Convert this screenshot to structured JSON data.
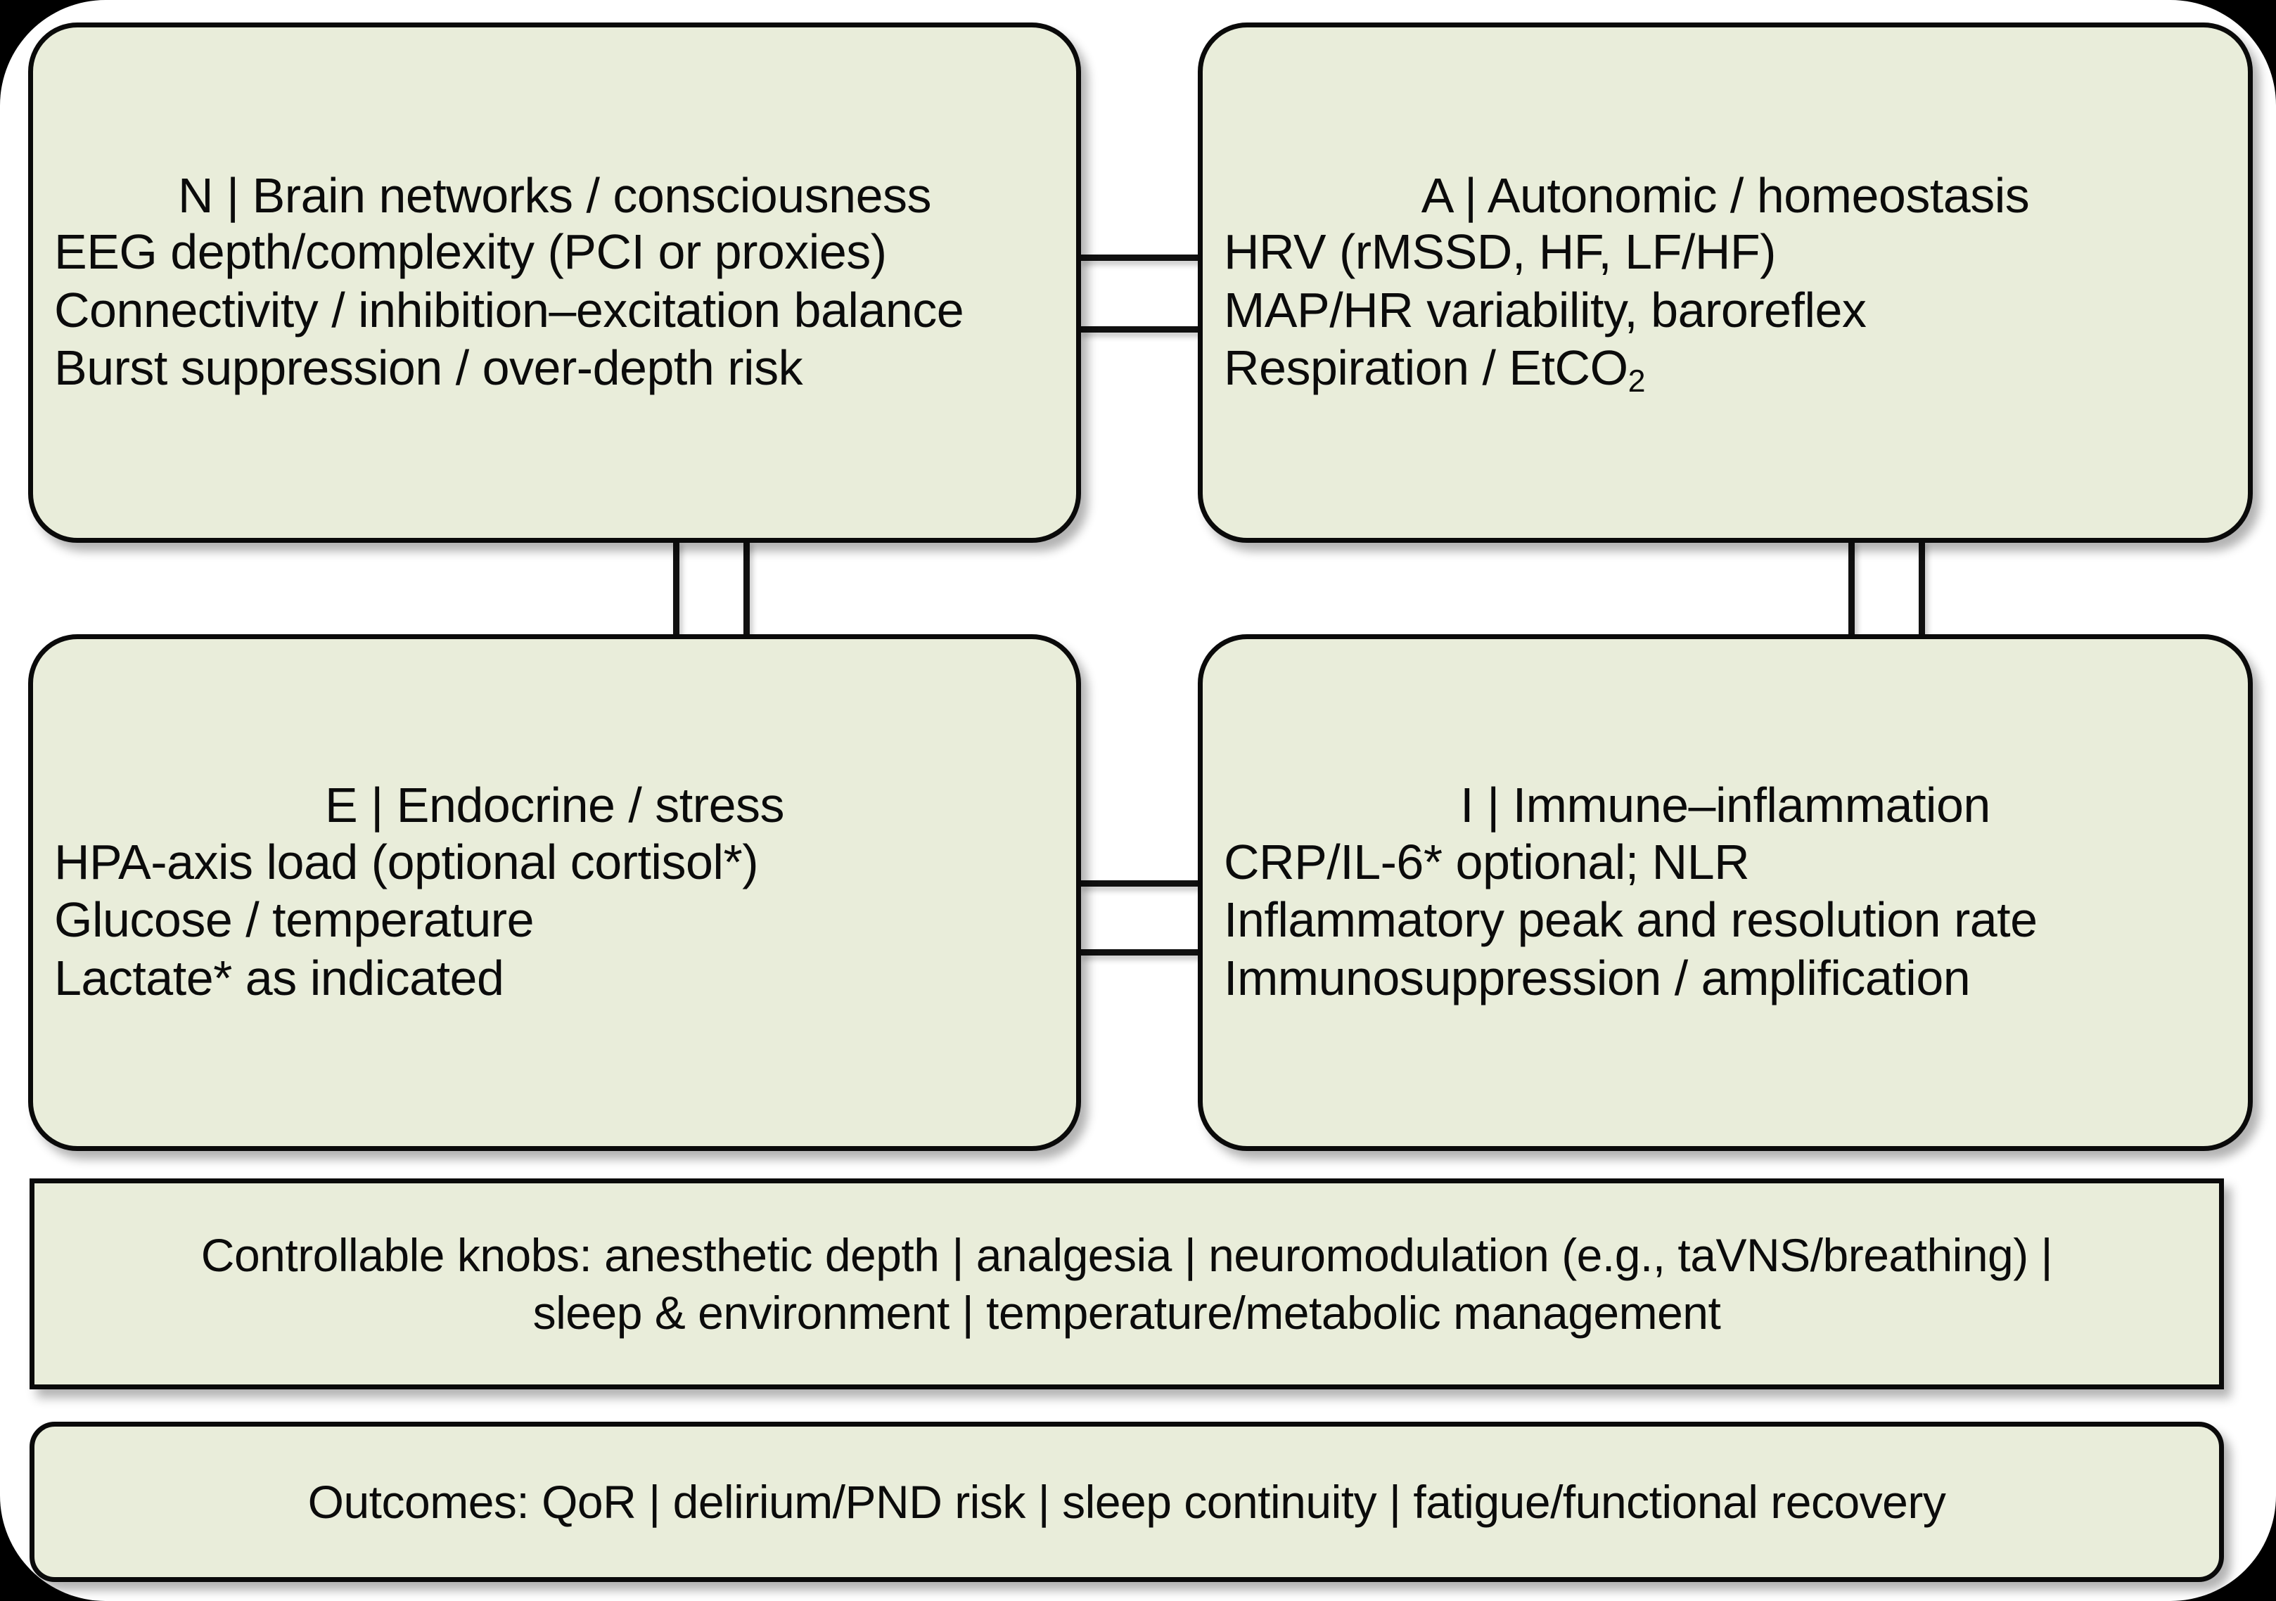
{
  "theme": {
    "node_fill": "#e9edda",
    "node_border": "#0a0a0a",
    "page_background": "#ffffff",
    "outer_background": "#000000",
    "text_color": "#0b0b0b"
  },
  "nodes": {
    "brain": {
      "id": "N",
      "title": "N | Brain networks / consciousness",
      "lines": [
        "EEG depth/complexity (PCI or proxies)",
        "Connectivity / inhibition–excitation balance",
        "Burst suppression / over-depth risk"
      ]
    },
    "autonomic": {
      "id": "A",
      "title": "A | Autonomic / homeostasis",
      "lines": [
        "HRV (rMSSD, HF, LF/HF)",
        "MAP/HR variability, baroreflex",
        "Respiration / EtCO2"
      ],
      "line3_main": "Respiration / EtCO",
      "line3_sub": "2"
    },
    "endocrine": {
      "id": "E",
      "title": "E | Endocrine / stress",
      "lines": [
        "HPA-axis load (optional cortisol*)",
        "Glucose / temperature",
        "Lactate* as indicated"
      ]
    },
    "immune": {
      "id": "I",
      "title": "I | Immune–inflammation",
      "lines": [
        "CRP/IL-6* optional; NLR",
        "Inflammatory peak and resolution rate",
        "Immunosuppression / amplification"
      ]
    }
  },
  "bars": {
    "knobs": {
      "line1": "Controllable knobs: anesthetic depth | analgesia | neuromodulation (e.g., taVNS/breathing) |",
      "line2": "sleep & environment | temperature/metabolic management"
    },
    "outcomes": {
      "line1": "Outcomes: QoR | delirium/PND risk | sleep continuity | fatigue/functional recovery"
    }
  },
  "connectors": [
    {
      "name": "brain-to-autonomic-upper",
      "orientation": "horizontal"
    },
    {
      "name": "brain-to-autonomic-lower",
      "orientation": "horizontal"
    },
    {
      "name": "endocrine-to-immune-upper",
      "orientation": "horizontal"
    },
    {
      "name": "endocrine-to-immune-lower",
      "orientation": "horizontal"
    },
    {
      "name": "brain-to-endocrine-left",
      "orientation": "vertical"
    },
    {
      "name": "brain-to-endocrine-right",
      "orientation": "vertical"
    },
    {
      "name": "autonomic-to-immune-left",
      "orientation": "vertical"
    },
    {
      "name": "autonomic-to-immune-right",
      "orientation": "vertical"
    }
  ]
}
